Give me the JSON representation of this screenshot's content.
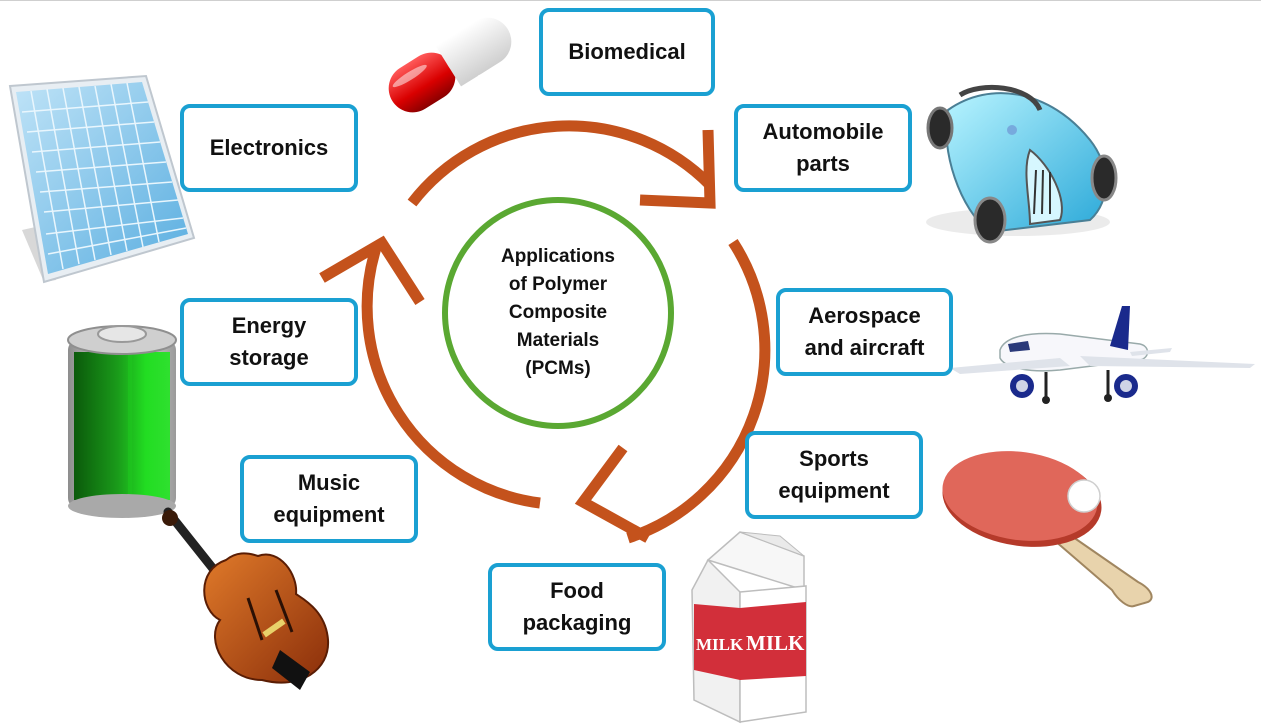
{
  "center": {
    "label": "Applications\nof Polymer\nComposite\nMaterials\n(PCMs)"
  },
  "applications": [
    {
      "id": "biomedical",
      "label": "Biomedical"
    },
    {
      "id": "automobile",
      "label": "Automobile\nparts"
    },
    {
      "id": "aerospace",
      "label": "Aerospace\nand aircraft"
    },
    {
      "id": "sports",
      "label": "Sports\nequipment"
    },
    {
      "id": "food",
      "label": "Food\npackaging"
    },
    {
      "id": "music",
      "label": "Music\nequipment"
    },
    {
      "id": "energy",
      "label": "Energy\nstorage"
    },
    {
      "id": "electronics",
      "label": "Electronics"
    }
  ],
  "illustrations": {
    "capsule": "capsule-icon",
    "car": "race-car-icon",
    "airplane": "airplane-icon",
    "paddle": "ping-pong-paddle-icon",
    "milk": "milk-carton-icon",
    "violin": "violin-icon",
    "battery": "battery-icon",
    "solar": "solar-panel-icon",
    "milk_text": "MILK"
  },
  "colors": {
    "box_border": "#1aa0d2",
    "center_ring": "#5aa832",
    "cycle_arrows": "#c4521c"
  }
}
